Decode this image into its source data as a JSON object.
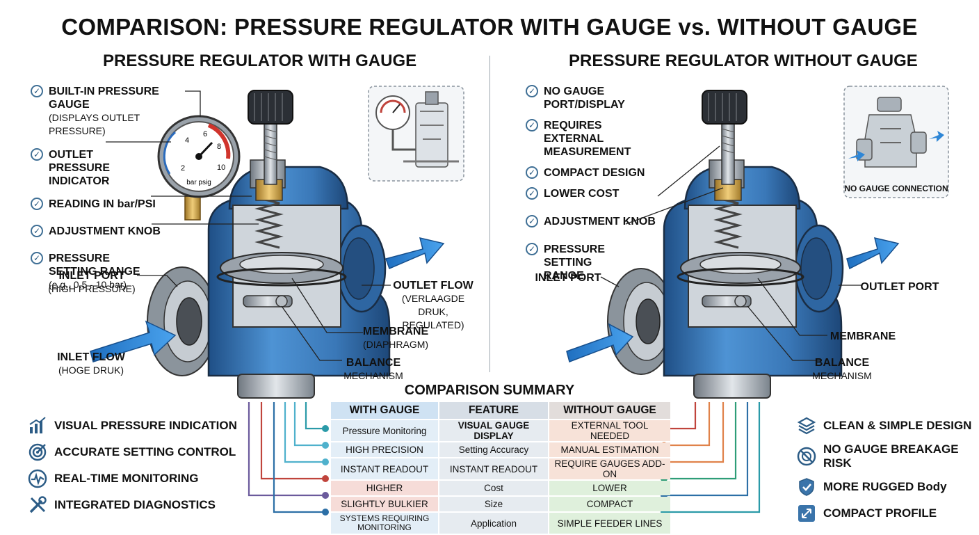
{
  "title": "COMPARISON: PRESSURE REGULATOR WITH GAUGE vs. WITHOUT GAUGE",
  "left": {
    "heading": "PRESSURE REGULATOR WITH GAUGE",
    "features": [
      {
        "label": "BUILT-IN PRESSURE GAUGE",
        "sub": "(DISPLAYS OUTLET PRESSURE)"
      },
      {
        "label": "OUTLET PRESSURE INDICATOR",
        "sub": ""
      },
      {
        "label": "READING IN bar/PSI",
        "sub": ""
      },
      {
        "label": "ADJUSTMENT KNOB",
        "sub": ""
      },
      {
        "label": "PRESSURE SETTING RANGE",
        "sub": "(e.g., 0.5 - 10 bar)"
      }
    ],
    "callouts": {
      "inlet_port": "INLET PORT",
      "inlet_port_sub": "(HIGH PRESSURE)",
      "inlet_flow": "INLET FLOW",
      "inlet_flow_sub": "(HOGE DRUK)",
      "outlet_flow": "OUTLET FLOW",
      "outlet_flow_sub": "(VERLAAGDE DRUK, REGULATED)",
      "membrane": "MEMBRANE",
      "membrane_sub": "(DIAPHRAGM)",
      "balance": "BALANCE",
      "balance_sub": "MECHANISM"
    },
    "gauge_text": "bar psig",
    "gauge_ticks": [
      "2",
      "4",
      "6",
      "8",
      "10"
    ],
    "benefits": [
      {
        "icon": "bar-chart-icon",
        "label": "VISUAL PRESSURE INDICATION"
      },
      {
        "icon": "target-icon",
        "label": "ACCURATE SETTING CONTROL"
      },
      {
        "icon": "pulse-icon",
        "label": "REAL-TIME MONITORING"
      },
      {
        "icon": "tools-icon",
        "label": "INTEGRATED DIAGNOSTICS"
      }
    ]
  },
  "right": {
    "heading": "PRESSURE REGULATOR WITHOUT GAUGE",
    "features": [
      {
        "label": "NO GAUGE PORT/DISPLAY"
      },
      {
        "label": "REQUIRES EXTERNAL MEASUREMENT"
      },
      {
        "label": "COMPACT DESIGN"
      },
      {
        "label": "LOWER COST"
      },
      {
        "label": "ADJUSTMENT KNOB"
      },
      {
        "label": "PRESSURE SETTING RANGE"
      }
    ],
    "inset_label": "NO GAUGE CONNECTION",
    "callouts": {
      "inlet_port": "INLET PORT",
      "outlet_port": "OUTLET PORT",
      "membrane": "MEMBRANE",
      "balance": "BALANCE",
      "balance_sub": "MECHANISM"
    },
    "benefits": [
      {
        "icon": "layers-icon",
        "label": "CLEAN & SIMPLE DESIGN"
      },
      {
        "icon": "no-gauge-icon",
        "label": "NO GAUGE BREAKAGE RISK"
      },
      {
        "icon": "shield-check-icon",
        "label": "MORE RUGGED Body"
      },
      {
        "icon": "compact-icon",
        "label": "COMPACT PROFILE"
      }
    ]
  },
  "summary": {
    "title": "COMPARISON SUMMARY",
    "headers": [
      "WITH GAUGE",
      "FEATURE",
      "WITHOUT GAUGE"
    ],
    "rows": [
      [
        "Pressure Monitoring",
        "VISUAL GAUGE DISPLAY",
        "EXTERNAL TOOL NEEDED"
      ],
      [
        "HIGH PRECISION",
        "Setting Accuracy",
        "MANUAL ESTIMATION"
      ],
      [
        "INSTANT READOUT",
        "INSTANT READOUT",
        "REQUIRE GAUGES ADD-ON"
      ],
      [
        "HIGHER",
        "Cost",
        "LOWER"
      ],
      [
        "SLIGHTLY BULKIER",
        "Size",
        "COMPACT"
      ],
      [
        "SYSTEMS REQUIRING MONITORING",
        "Application",
        "SIMPLE FEEDER LINES"
      ]
    ],
    "row_colors_left": [
      "#e3eef7",
      "#e3eef7",
      "#e3eef7",
      "#f6dcd8",
      "#f6dcd8",
      "#e3eef7"
    ],
    "row_colors_right": [
      "#f7e2d8",
      "#f7e2d8",
      "#f7e2d8",
      "#dff0dc",
      "#dff0dc",
      "#dff0dc"
    ],
    "connector_colors_left": [
      "#2a9aa8",
      "#4fb1cc",
      "#4fb1cc",
      "#c0443c",
      "#6b5a9c",
      "#2c6fa6"
    ],
    "connector_colors_right": [
      "#c0443c",
      "#e0824a",
      "#e0824a",
      "#2e9d77",
      "#2c6fa6",
      "#2a9aa8"
    ]
  },
  "colors": {
    "body_blue": "#3d7fc1",
    "body_dark": "#1f4f86",
    "arrow_blue": "#2e86d6",
    "check": "#3f6f95"
  }
}
